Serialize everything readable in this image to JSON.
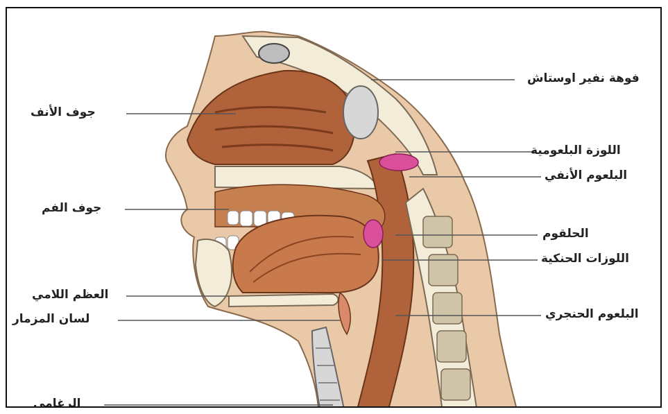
{
  "labels_left": [
    {
      "key": "nasal_cavity",
      "text": "جوف الأنف"
    },
    {
      "key": "oral_cavity",
      "text": "جوف الفم"
    },
    {
      "key": "hyoid_bone",
      "text": "العظم اللامي"
    },
    {
      "key": "epiglottis",
      "text": "لسان المزمار"
    },
    {
      "key": "trachea",
      "text": "الرغامى"
    }
  ],
  "labels_right": [
    {
      "key": "eustachian_opening",
      "text": "فوهة نفير اوستاش"
    },
    {
      "key": "pharyngeal_tonsil",
      "text": "اللوزة البلعومية"
    },
    {
      "key": "nasopharynx",
      "text": "البلعوم الأنفي"
    },
    {
      "key": "pharynx",
      "text": "الحلقوم"
    },
    {
      "key": "palatine_tonsils",
      "text": "اللوزات الحنكية"
    },
    {
      "key": "laryngopharynx",
      "text": "البلعوم الحنجري"
    }
  ],
  "colors": {
    "tissue": "#b0623a",
    "tongue": "#c97a4c",
    "bone": "#f3ecd9",
    "skin": "#e9c9a8",
    "mucosa": "#d98a6a",
    "tonsil": "#d94f9a",
    "cavity_air": "#d7d7d7"
  }
}
